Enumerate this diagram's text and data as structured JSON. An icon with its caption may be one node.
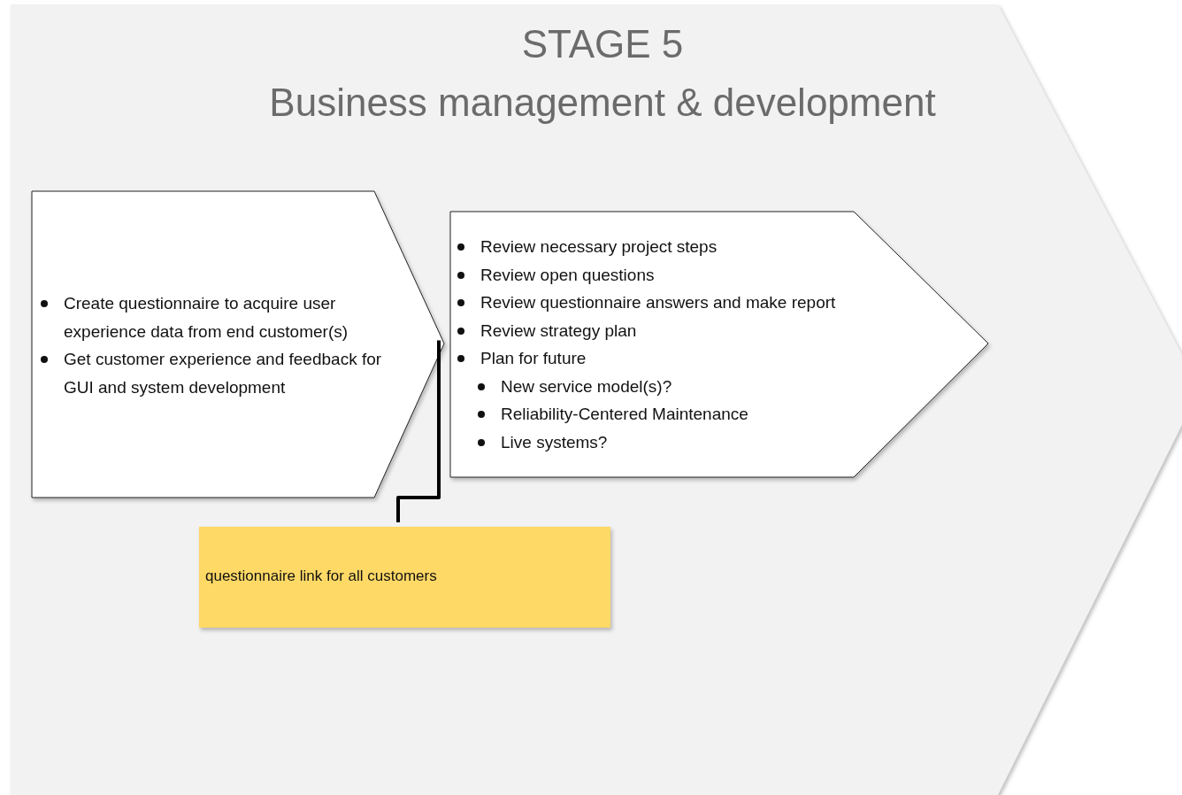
{
  "diagram": {
    "nodes": [
      {
        "text": [
          "STAGE 5",
          "Business management & development"
        ]
      },
      {
        "text": [
          "Create questionnaire to acquire user experience data from end customer(s)",
          "Get customer experience and feedback for GUI and system development"
        ],
        "in": 0
      },
      {
        "text": [
          "Review necessary project steps",
          "Review open questions",
          "Review questionnaire answers and make report",
          "Review strategy plan",
          "Plan for future",
          "New service model(s)?",
          "Reliability-Centered Maintenance",
          "Live systems?"
        ],
        "in": 0
      },
      {
        "text": [
          "questionnaire link for all customers"
        ],
        "in": 0
      }
    ],
    "edges": [
      {
        "from": 3,
        "to": 2,
        "arrow": "none"
      }
    ]
  }
}
